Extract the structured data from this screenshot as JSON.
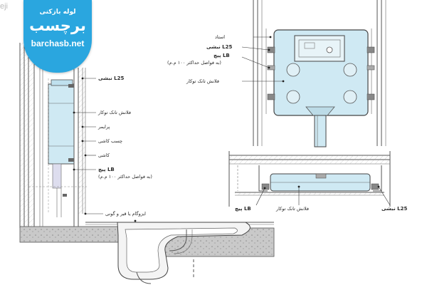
{
  "watermark": {
    "line1": "لوله بازکنی",
    "line2": "برچسب",
    "url": "barchasb.net",
    "fragment": "eji"
  },
  "colors": {
    "tank_fill": "#cfe9f3",
    "badge_blue": "#2aa6df",
    "line": "#555555",
    "hatch": "#999999"
  },
  "left_labels": {
    "l25": "نبشی L25",
    "flange": "فلانش تانک توکار",
    "primer": "پرایمر",
    "chasb": "چسب کاشی",
    "kashi": "کاشی",
    "lb": "پیچ LB",
    "lb_note": "(به فواصل حداکثر ۱۰۰ م.م)",
    "iso": "ایزوگام یا قیر و گونی"
  },
  "right_labels": {
    "stud": "استاد",
    "l25": "نبشی L25",
    "lb": "پیچ LB",
    "lb_note": "(به فواصل حداکثر ۱۰۰ م.م)",
    "flange": "فلانش تانک توکار"
  },
  "bottom_labels": {
    "lb": "پیچ LB",
    "flange": "فلانش تانک توکار",
    "l25": "نبشی L25"
  }
}
